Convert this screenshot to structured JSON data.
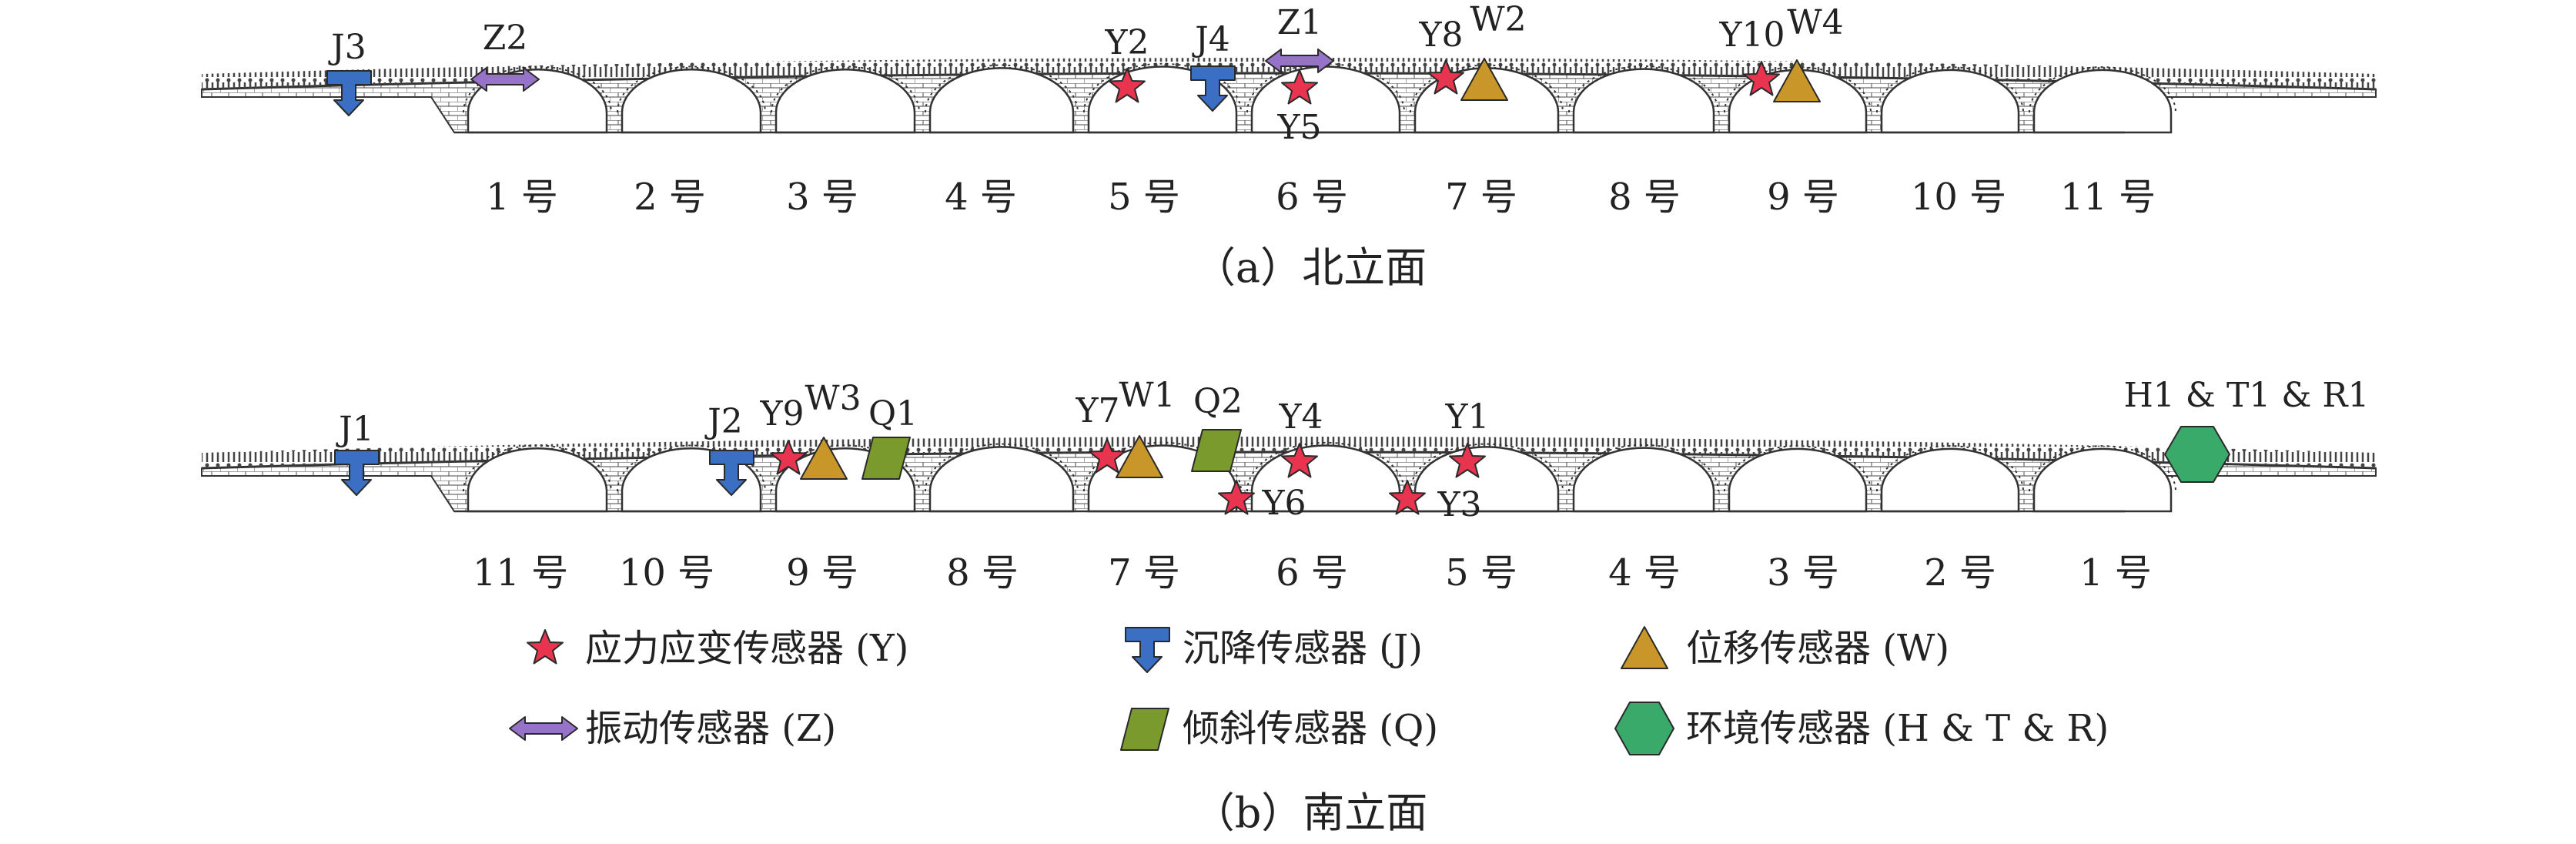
{
  "north": {
    "caption": "（a）北立面",
    "spans": [
      "1 号",
      "2 号",
      "3 号",
      "4 号",
      "5 号",
      "6 号",
      "7 号",
      "8 号",
      "9 号",
      "10 号",
      "11 号"
    ],
    "sensors": [
      {
        "id": "J3",
        "type": "J"
      },
      {
        "id": "Z2",
        "type": "Z"
      },
      {
        "id": "Y2",
        "type": "Y"
      },
      {
        "id": "J4",
        "type": "J"
      },
      {
        "id": "Z1",
        "type": "Z"
      },
      {
        "id": "Y5",
        "type": "Y"
      },
      {
        "id": "Y8",
        "type": "Y"
      },
      {
        "id": "W2",
        "type": "W"
      },
      {
        "id": "Y10",
        "type": "Y"
      },
      {
        "id": "W4",
        "type": "W"
      }
    ]
  },
  "south": {
    "caption": "（b）南立面",
    "spans": [
      "11 号",
      "10 号",
      "9 号",
      "8 号",
      "7 号",
      "6 号",
      "5 号",
      "4 号",
      "3 号",
      "2 号",
      "1 号"
    ],
    "sensors": [
      {
        "id": "J1",
        "type": "J"
      },
      {
        "id": "J2",
        "type": "J"
      },
      {
        "id": "Y9",
        "type": "Y"
      },
      {
        "id": "W3",
        "type": "W"
      },
      {
        "id": "Q1",
        "type": "Q"
      },
      {
        "id": "Y7",
        "type": "Y"
      },
      {
        "id": "W1",
        "type": "W"
      },
      {
        "id": "Q2",
        "type": "Q"
      },
      {
        "id": "Y4",
        "type": "Y"
      },
      {
        "id": "Y6",
        "type": "Y"
      },
      {
        "id": "Y1",
        "type": "Y"
      },
      {
        "id": "Y3",
        "type": "Y"
      },
      {
        "id": "H1 & T1 & R1",
        "type": "H"
      }
    ]
  },
  "legend": [
    {
      "type": "Y",
      "label": "应力应变传感器 (Y)"
    },
    {
      "type": "J",
      "label": "沉降传感器 (J)"
    },
    {
      "type": "W",
      "label": "位移传感器 (W)"
    },
    {
      "type": "Z",
      "label": "振动传感器 (Z)"
    },
    {
      "type": "Q",
      "label": "倾斜传感器 (Q)"
    },
    {
      "type": "H",
      "label": "环境传感器 (H & T & R)"
    }
  ],
  "colors": {
    "Y": "#e8344e",
    "J": "#3b6fc4",
    "W": "#c9962a",
    "Z": "#9673c8",
    "Q": "#7a9a2e",
    "H": "#3aaa6a",
    "bridge_line": "#333333",
    "masonry": "#555555"
  }
}
